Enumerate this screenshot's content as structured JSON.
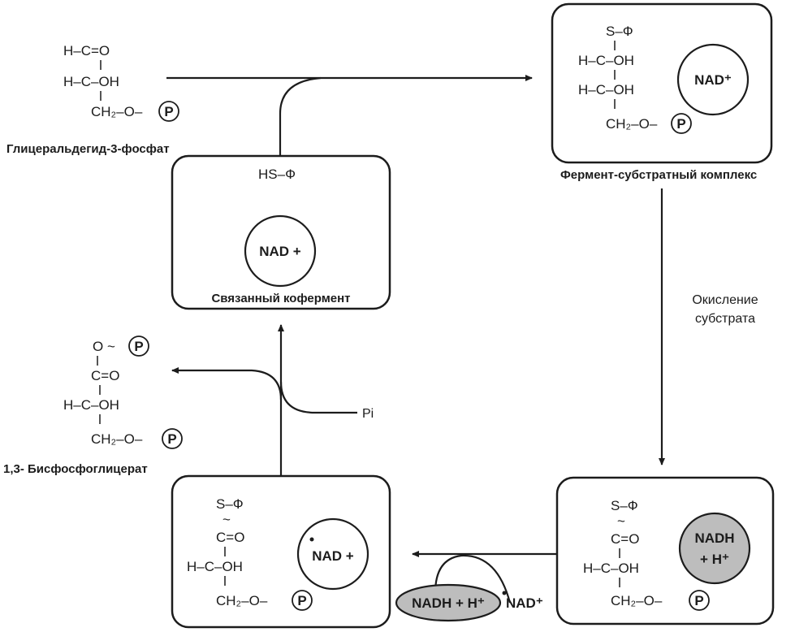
{
  "phosphate_symbol": "P",
  "glyceraldehyde": {
    "line1": "H–C=O",
    "line2": "H–C–OH",
    "line3": "CH₂–O–",
    "label": "Глицеральдегид-3-фосфат"
  },
  "enzyme_substrate": {
    "line1": "S–Ф",
    "line2": "H–C–OH",
    "line3": "H–C–OH",
    "line4": "CH₂–O–",
    "nad": "NAD⁺",
    "label": "Фермент-субстратный комплекс"
  },
  "bound_coenzyme": {
    "hs": "HS–Ф",
    "nad": "NAD +",
    "label": "Связанный кофермент"
  },
  "oxidation_label": {
    "line1": "Окисление",
    "line2": "субстрата"
  },
  "reduced_complex": {
    "line1": "S–Ф",
    "tilde": "~",
    "line2": "C=O",
    "line3": "H–C–OH",
    "line4": "CH₂–O–",
    "nadh1": "NADH",
    "nadh2": "+ H⁺"
  },
  "acyl_complex": {
    "line1": "S–Ф",
    "tilde": "~",
    "line2": "C=O",
    "line3": "H–C–OH",
    "line4": "CH₂–O–",
    "nad": "NAD +"
  },
  "exchange": {
    "nadh": "NADH + H⁺",
    "nad": "NAD⁺"
  },
  "bisphosphoglycerate": {
    "line1": "O ~",
    "line2": "C=O",
    "line3": "H–C–OH",
    "line4": "CH₂–O–",
    "label": "1,3- Бисфосфоглицерат"
  },
  "pi_label": "Pi"
}
